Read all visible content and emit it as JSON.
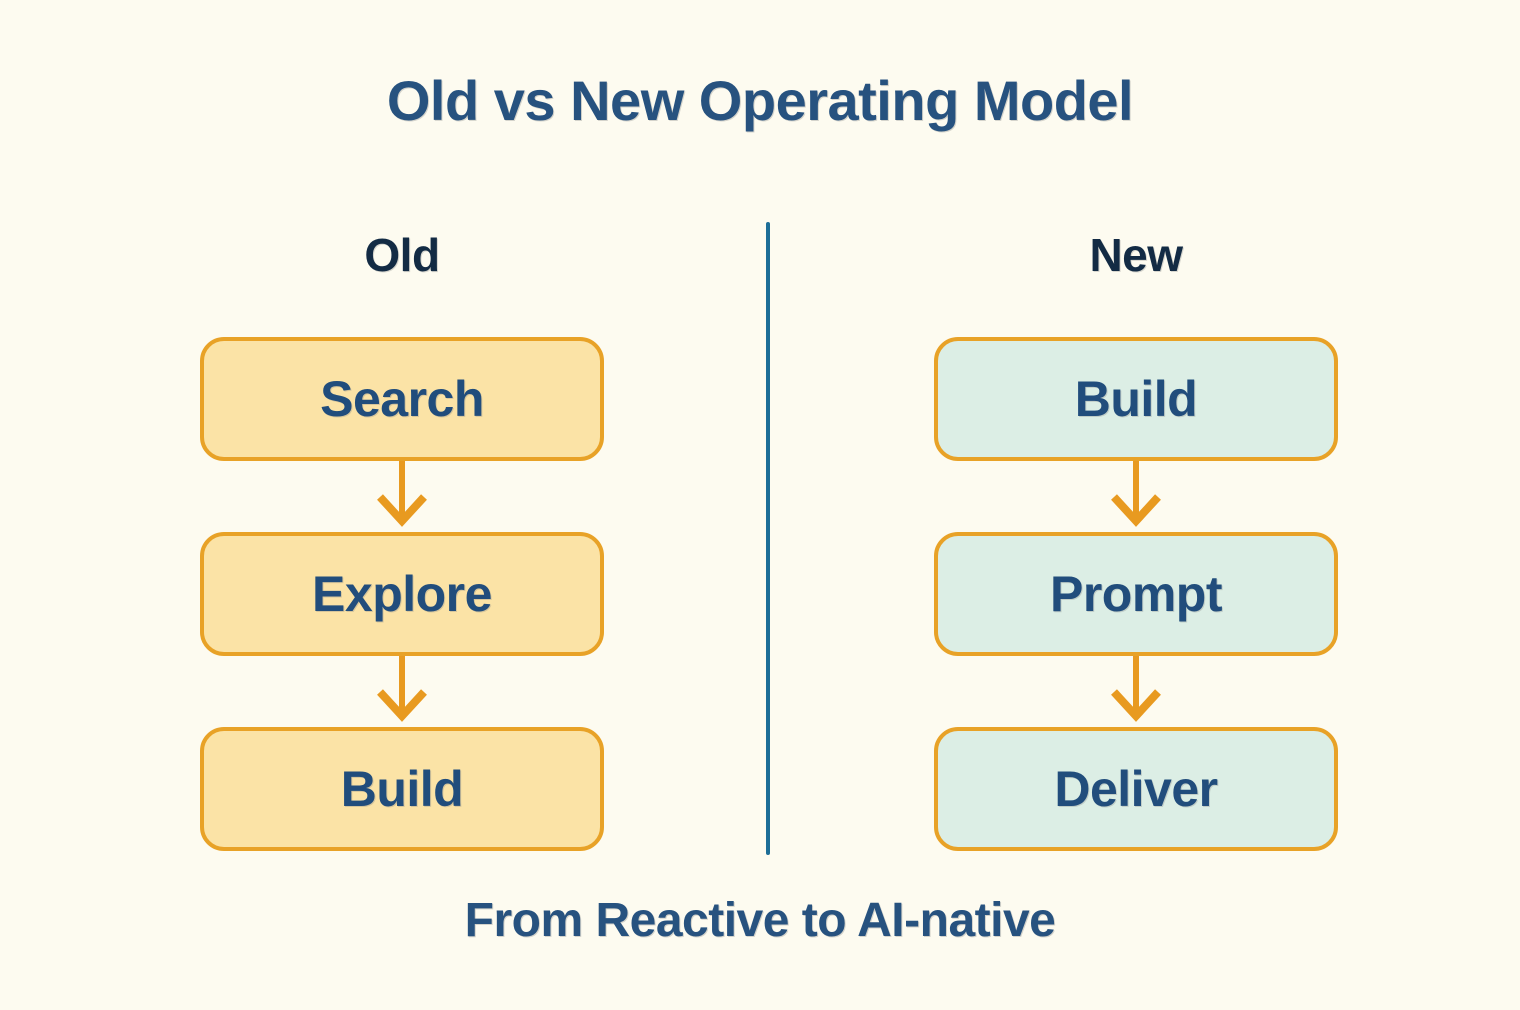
{
  "page": {
    "title": "Old vs New Operating Model",
    "caption": "From Reactive to AI-native",
    "background_color": "#fdfbf0"
  },
  "colors": {
    "title_navy": "#27527f",
    "header_navy": "#132b44",
    "node_text_navy": "#214d7c",
    "amber_fill": "#fbe3a6",
    "mint_fill": "#dceee5",
    "node_border_gold": "#e8a227",
    "arrow_orange": "#e89a20",
    "divider_teal": "#1d6e97"
  },
  "columns": [
    {
      "id": "old",
      "header": "Old",
      "fill_style": "amber",
      "steps": [
        {
          "label": "Search"
        },
        {
          "label": "Explore"
        },
        {
          "label": "Build"
        }
      ]
    },
    {
      "id": "new",
      "header": "New",
      "fill_style": "mint",
      "steps": [
        {
          "label": "Build"
        },
        {
          "label": "Prompt"
        },
        {
          "label": "Deliver"
        }
      ]
    }
  ],
  "divider": {
    "orientation": "vertical",
    "color": "#1d6e97"
  },
  "caption": {
    "text": "From Reactive to AI-native"
  }
}
